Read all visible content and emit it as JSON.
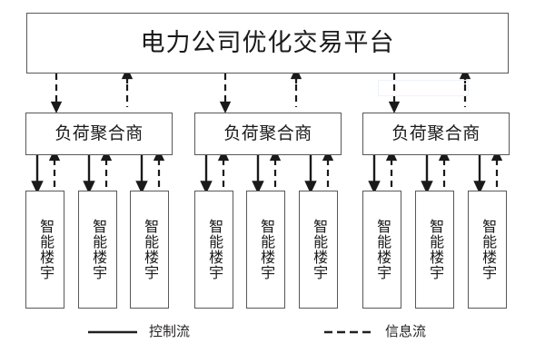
{
  "diagram": {
    "title": "电力公司优化交易平台",
    "platform": {
      "label": "电力公司优化交易平台"
    },
    "aggregators": [
      {
        "label": "负荷聚合商"
      },
      {
        "label": "负荷聚合商"
      },
      {
        "label": "负荷聚合商"
      }
    ],
    "buildings": [
      {
        "label": "智能楼宇"
      },
      {
        "label": "智能楼宇"
      },
      {
        "label": "智能楼宇"
      },
      {
        "label": "智能楼宇"
      },
      {
        "label": "智能楼宇"
      },
      {
        "label": "智能楼宇"
      },
      {
        "label": "智能楼宇"
      },
      {
        "label": "智能楼宇"
      },
      {
        "label": "智能楼宇"
      }
    ],
    "legend": {
      "control": {
        "label": "控制流",
        "style": "solid"
      },
      "info": {
        "label": "信息流",
        "style": "dashed"
      }
    },
    "colors": {
      "box_border": "#58585a",
      "line": "#1a1a1a",
      "text": "#1a1a1a",
      "background": "#ffffff"
    }
  }
}
